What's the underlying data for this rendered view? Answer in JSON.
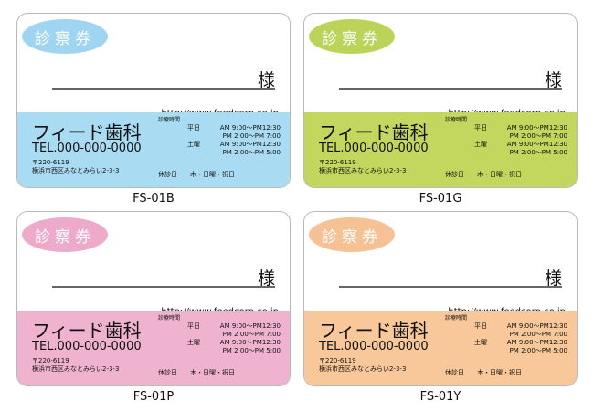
{
  "cards": [
    {
      "badge": "診察券",
      "title": "様",
      "url": "http://www.feedcorp.co.jp",
      "clinic": "フィード歯科",
      "tel": "TEL.000-000-0000",
      "zip": "〒220-6119",
      "address": "横浜市西区みなとみらい2-3-3",
      "hours_title": "診療時間",
      "hours": [
        {
          "day": "平日",
          "time": "AM 9:00～PM12:30"
        },
        {
          "day": "",
          "time": "PM 2:00～PM  7:00"
        },
        {
          "day": "土曜",
          "time": "AM 9:00～PM12:30"
        },
        {
          "day": "",
          "time": "PM 2:00～PM  5:00"
        }
      ],
      "closed_label": "休診日",
      "closed_days": "木・日曜・祝日",
      "code": "FS-01B",
      "color": "#a9dcf2",
      "badge_color": "#9fd5f1"
    },
    {
      "badge": "診察券",
      "title": "様",
      "url": "http://www.feedcorp.co.jp",
      "clinic": "フィード歯科",
      "tel": "TEL.000-000-0000",
      "zip": "〒220-6119",
      "address": "横浜市西区みなとみらい2-3-3",
      "hours_title": "診療時間",
      "hours": [
        {
          "day": "平日",
          "time": "AM 9:00～PM12:30"
        },
        {
          "day": "",
          "time": "PM 2:00～PM  7:00"
        },
        {
          "day": "土曜",
          "time": "AM 9:00～PM12:30"
        },
        {
          "day": "",
          "time": "PM 2:00～PM  5:00"
        }
      ],
      "closed_label": "休診日",
      "closed_days": "木・日曜・祝日",
      "code": "FS-01G",
      "color": "#c3d65e",
      "badge_color": "#bcd35a"
    },
    {
      "badge": "診察券",
      "title": "様",
      "url": "http://www.feedcorp.co.jp",
      "clinic": "フィード歯科",
      "tel": "TEL.000-000-0000",
      "zip": "〒220-6119",
      "address": "横浜市西区みなとみらい2-3-3",
      "hours_title": "診療時間",
      "hours": [
        {
          "day": "平日",
          "time": "AM 9:00～PM12:30"
        },
        {
          "day": "",
          "time": "PM 2:00～PM  7:00"
        },
        {
          "day": "土曜",
          "time": "AM 9:00～PM12:30"
        },
        {
          "day": "",
          "time": "PM 2:00～PM  5:00"
        }
      ],
      "closed_label": "休診日",
      "closed_days": "木・日曜・祝日",
      "code": "FS-01P",
      "color": "#f0b3cf",
      "badge_color": "#eeaacb"
    },
    {
      "badge": "診察券",
      "title": "様",
      "url": "http://www.feedcorp.co.jp",
      "clinic": "フィード歯科",
      "tel": "TEL.000-000-0000",
      "zip": "〒220-6119",
      "address": "横浜市西区みなとみらい2-3-3",
      "hours_title": "診療時間",
      "hours": [
        {
          "day": "平日",
          "time": "AM 9:00～PM12:30"
        },
        {
          "day": "",
          "time": "PM 2:00～PM  7:00"
        },
        {
          "day": "土曜",
          "time": "AM 9:00～PM12:30"
        },
        {
          "day": "",
          "time": "PM 2:00～PM  5:00"
        }
      ],
      "closed_label": "休診日",
      "closed_days": "木・日曜・祝日",
      "code": "FS-01Y",
      "color": "#f8c89a",
      "badge_color": "#f6c195"
    }
  ]
}
